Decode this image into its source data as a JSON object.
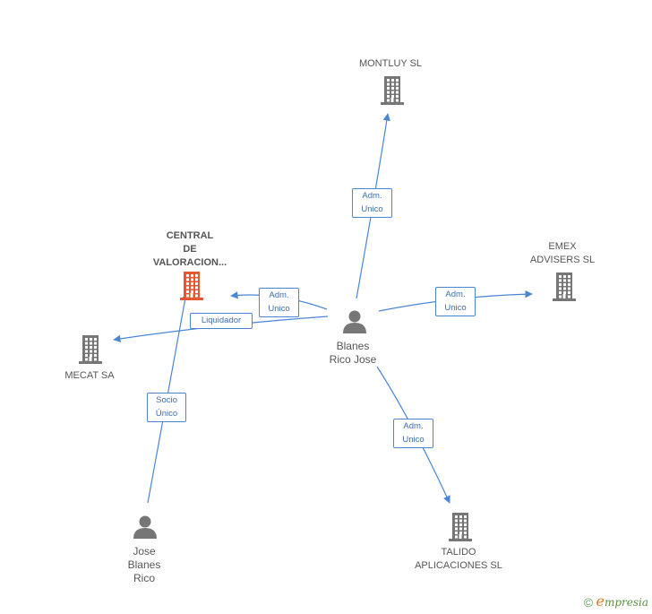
{
  "colors": {
    "edge": "#4a86d6",
    "building": "#767676",
    "building_highlight": "#e8552e",
    "person": "#767676",
    "label_text": "#555555",
    "badge_text": "#3b6fb6"
  },
  "nodes": [
    {
      "id": "central",
      "type": "company",
      "highlight": true,
      "label": "CENTRAL\nDE\nVALORACION..."
    },
    {
      "id": "montluy",
      "type": "company",
      "highlight": false,
      "label": "MONTLUY SL"
    },
    {
      "id": "emex",
      "type": "company",
      "highlight": false,
      "label": "EMEX\nADVISERS SL"
    },
    {
      "id": "mecat",
      "type": "company",
      "highlight": false,
      "label": "MECAT SA"
    },
    {
      "id": "talido",
      "type": "company",
      "highlight": false,
      "label": "TALIDO\nAPLICACIONES SL"
    },
    {
      "id": "blanes_rico_jose",
      "type": "person",
      "label": "Blanes\nRico Jose"
    },
    {
      "id": "jose_blanes_rico",
      "type": "person",
      "label": "Jose\nBlanes\nRico"
    }
  ],
  "edges": [
    {
      "from": "blanes_rico_jose",
      "to": "montluy",
      "label": "Adm.\nUnico"
    },
    {
      "from": "blanes_rico_jose",
      "to": "emex",
      "label": "Adm.\nUnico"
    },
    {
      "from": "blanes_rico_jose",
      "to": "central",
      "label": "Adm.\nUnico"
    },
    {
      "from": "blanes_rico_jose",
      "to": "mecat",
      "label": "Liquidador"
    },
    {
      "from": "blanes_rico_jose",
      "to": "talido",
      "label": "Adm.\nUnico"
    },
    {
      "from": "jose_blanes_rico",
      "to": "central",
      "label": "Socio\nÚnico"
    }
  ],
  "footer": {
    "copyright": "©",
    "brand_initial": "e",
    "brand_rest": "mpresia"
  }
}
